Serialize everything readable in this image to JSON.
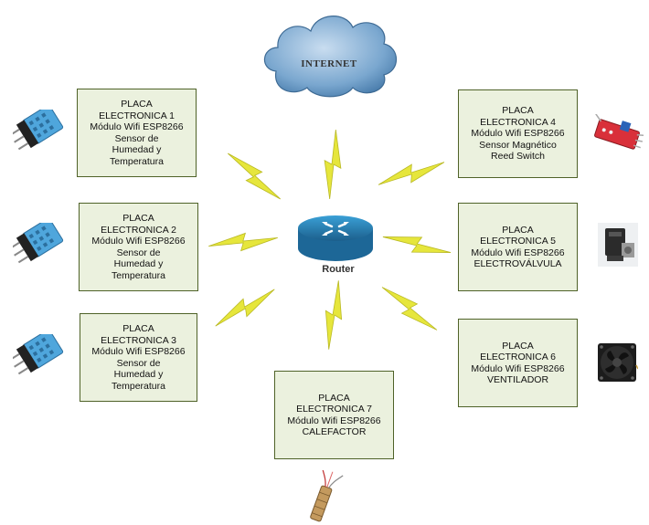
{
  "cloud": {
    "label": "INTERNET",
    "icon": "cloud-icon"
  },
  "router": {
    "label": "Router",
    "icon": "router-icon"
  },
  "boxes": {
    "b1": {
      "lines": [
        "PLACA",
        "ELECTRONICA 1",
        "Módulo Wifi ESP8266",
        "Sensor de",
        "Humedad y",
        "Temperatura"
      ]
    },
    "b2": {
      "lines": [
        "PLACA",
        "ELECTRONICA 2",
        "Módulo Wifi ESP8266",
        "Sensor de",
        "Humedad y",
        "Temperatura"
      ]
    },
    "b3": {
      "lines": [
        "PLACA",
        "ELECTRONICA 3",
        "Módulo Wifi ESP8266",
        "Sensor de",
        "Humedad y",
        "Temperatura"
      ]
    },
    "b4": {
      "lines": [
        "PLACA",
        "ELECTRONICA 4",
        "Módulo Wifi ESP8266",
        "Sensor Magnético",
        "Reed Switch"
      ]
    },
    "b5": {
      "lines": [
        "PLACA",
        "ELECTRONICA 5",
        "Módulo Wifi ESP8266",
        "ELECTROVÁLVULA"
      ]
    },
    "b6": {
      "lines": [
        "PLACA",
        "ELECTRONICA 6",
        "Módulo Wifi ESP8266",
        "VENTILADOR"
      ]
    },
    "b7": {
      "lines": [
        "PLACA",
        "ELECTRONICA 7",
        "Módulo Wifi ESP8266",
        "CALEFACTOR"
      ]
    }
  },
  "colors": {
    "box_fill": "#ebf1de",
    "box_border": "#4f6228",
    "bolt": "#e8e83a",
    "cloud": "#6d9bc3",
    "router": "#2a84b8"
  },
  "devices": [
    "dht-sensor-icon",
    "dht-sensor-icon",
    "dht-sensor-icon",
    "reed-switch-module-icon",
    "solenoid-valve-icon",
    "cooling-fan-icon",
    "heater-element-icon"
  ]
}
